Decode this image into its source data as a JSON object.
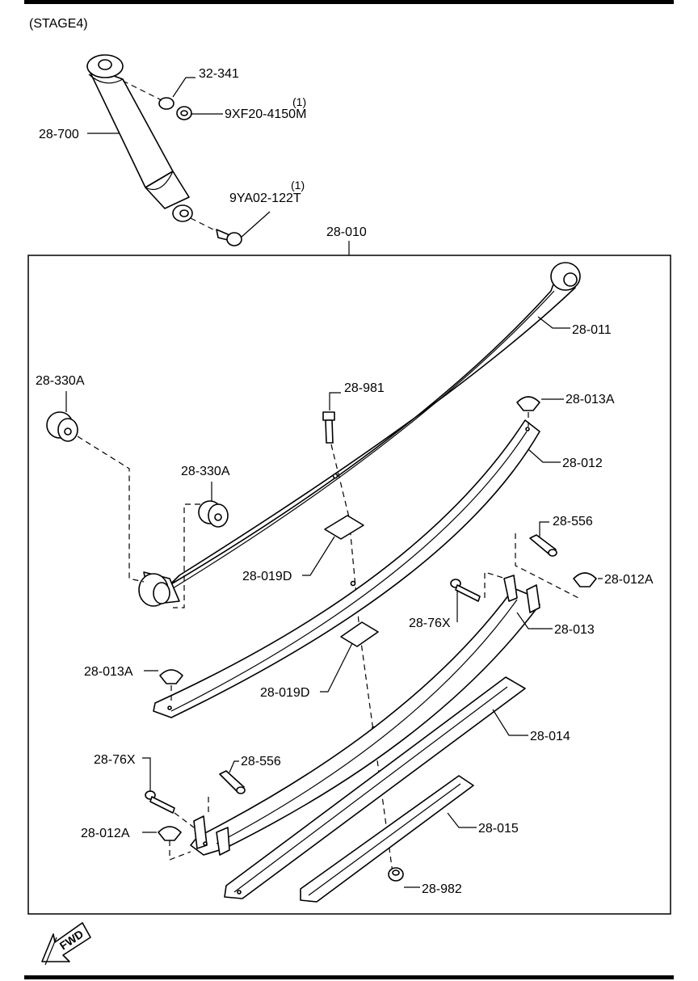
{
  "stage_label": "(STAGE4)",
  "assembly_label": "28-010",
  "fwd_label": "FWD",
  "labels": {
    "p32_341": "32-341",
    "p9xf20": "9XF20-4150M",
    "p9xf20_qty": "(1)",
    "p28_700": "28-700",
    "p9ya02": "9YA02-122T",
    "p9ya02_qty": "(1)",
    "p28_011": "28-011",
    "p28_330A_1": "28-330A",
    "p28_330A_2": "28-330A",
    "p28_981": "28-981",
    "p28_013A_1": "28-013A",
    "p28_012": "28-012",
    "p28_556_1": "28-556",
    "p28_012A_1": "28-012A",
    "p28_019D_1": "28-019D",
    "p28_76X_1": "28-76X",
    "p28_013": "28-013",
    "p28_013A_2": "28-013A",
    "p28_019D_2": "28-019D",
    "p28_014": "28-014",
    "p28_76X_2": "28-76X",
    "p28_556_2": "28-556",
    "p28_012A_2": "28-012A",
    "p28_015": "28-015",
    "p28_982": "28-982"
  }
}
